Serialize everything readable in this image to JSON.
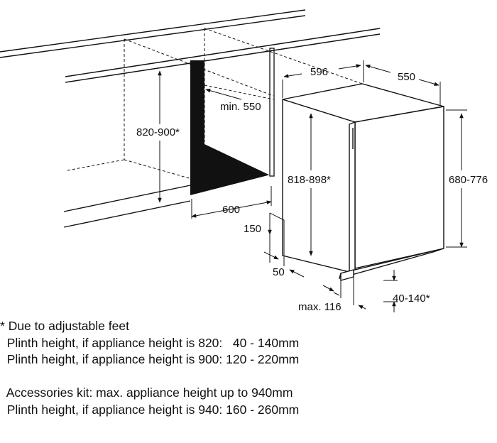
{
  "dimensions": {
    "niche_height": "820-900*",
    "min_depth": "min. 550",
    "niche_width": "600",
    "appliance_width": "596",
    "appliance_depth": "550",
    "appliance_height": "818-898*",
    "door_height": "680-776",
    "plinth_cutout_height": "150",
    "plinth_cutout_depth": "50",
    "max_door_offset": "max. 116",
    "plinth_height": "40-140*"
  },
  "notes": {
    "footnote": "Due to adjustable feet",
    "footnote_marker": "*",
    "plinth_820": "  Plinth height, if appliance height is 820:   40 - 140mm",
    "plinth_900": "  Plinth height, if appliance height is 900: 120 - 220mm",
    "accessories": "  Accessories kit: max. appliance height up to 940mm",
    "plinth_940": "  Plinth height, if appliance height is 940: 160 - 260mm"
  }
}
